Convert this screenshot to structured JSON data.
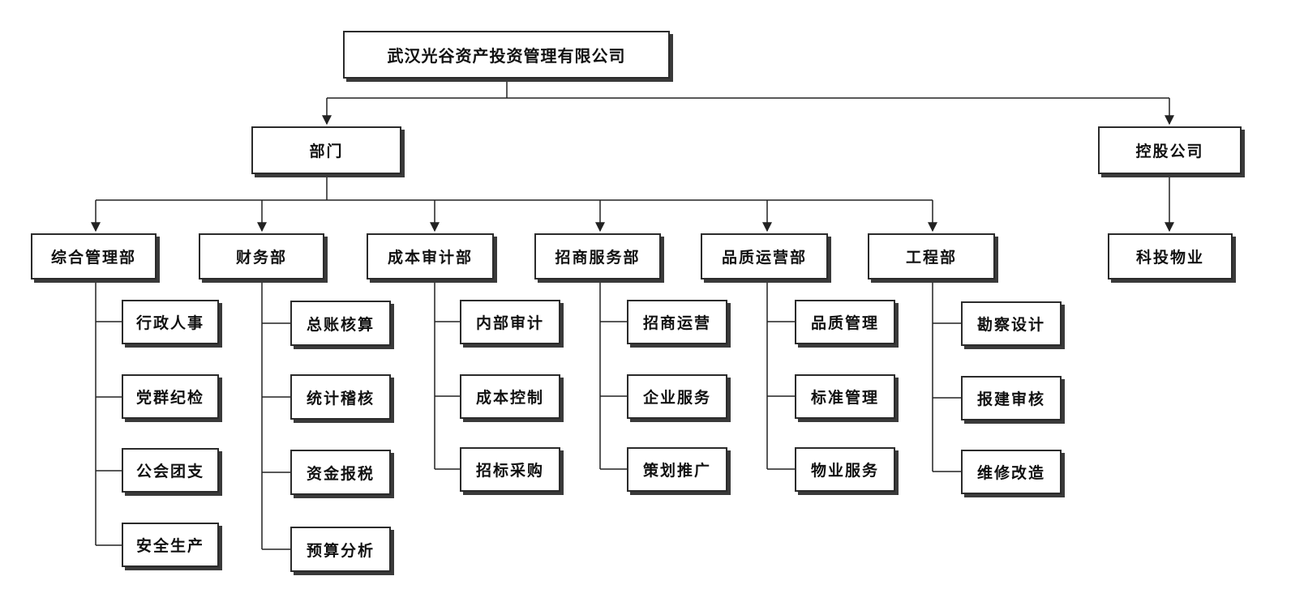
{
  "root": "武汉光谷资产投资管理有限公司",
  "branches": {
    "departments": "部门",
    "holdings": "控股公司"
  },
  "departments": [
    {
      "name": "综合管理部",
      "items": [
        "行政人事",
        "党群纪检",
        "公会团支",
        "安全生产"
      ]
    },
    {
      "name": "财务部",
      "items": [
        "总账核算",
        "统计稽核",
        "资金报税",
        "预算分析"
      ]
    },
    {
      "name": "成本审计部",
      "items": [
        "内部审计",
        "成本控制",
        "招标采购"
      ]
    },
    {
      "name": "招商服务部",
      "items": [
        "招商运营",
        "企业服务",
        "策划推广"
      ]
    },
    {
      "name": "品质运营部",
      "items": [
        "品质管理",
        "标准管理",
        "物业服务"
      ]
    },
    {
      "name": "工程部",
      "items": [
        "勘察设计",
        "报建审核",
        "维修改造"
      ]
    }
  ],
  "holdings": [
    {
      "name": "科投物业"
    }
  ],
  "colors": {
    "line": "#222222",
    "border": "#2b2b2b",
    "shadow": "#3a3a3a",
    "background": "#ffffff"
  }
}
